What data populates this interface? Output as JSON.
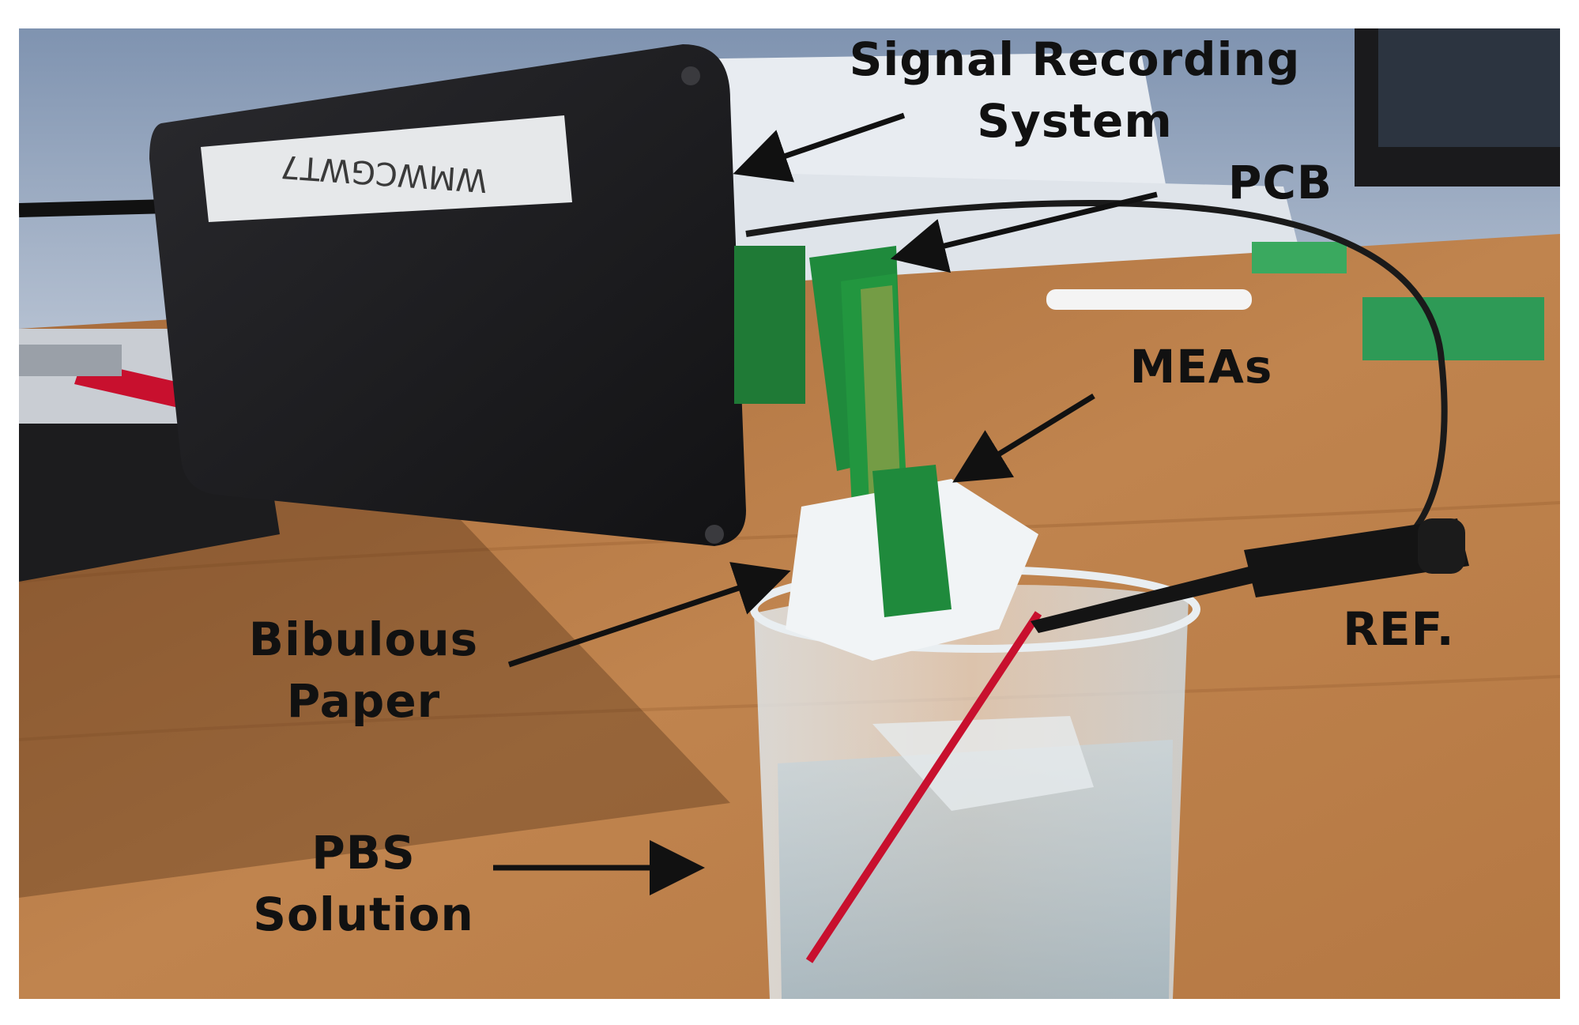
{
  "photo": {
    "device_sticker_text": "WMWCGWT7"
  },
  "labels": {
    "signal_recording_line1": "Signal Recording",
    "signal_recording_line2": "System",
    "pcb": "PCB",
    "meas": "MEAs",
    "bibulous_line1": "Bibulous",
    "bibulous_line2": "Paper",
    "ref": "REF.",
    "pbs_line1": "PBS",
    "pbs_line2": "Solution"
  },
  "colors": {
    "label_text": "#111111",
    "arrow": "#111111",
    "pcb_green": "#1f8a3c",
    "red_wire": "#c8102e",
    "device_black": "#1b1b1d",
    "desk_wood": "#b97a45"
  }
}
